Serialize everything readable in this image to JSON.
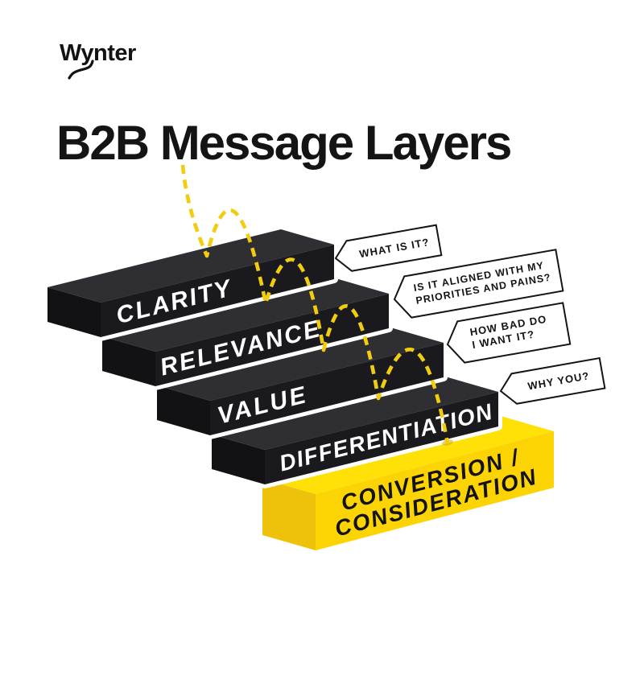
{
  "brand": {
    "name": "Wynter"
  },
  "title": "B2B Message Layers",
  "layers": [
    {
      "label": "CLARITY"
    },
    {
      "label": "RELEVANCE"
    },
    {
      "label": "VALUE"
    },
    {
      "label": "DIFFERENTIATION"
    },
    {
      "label": "CONVERSION / CONSIDERATION",
      "lines": [
        "CONVERSION /",
        "CONSIDERATION"
      ]
    }
  ],
  "questions": [
    {
      "lines": [
        "WHAT IS IT?"
      ]
    },
    {
      "lines": [
        "IS IT ALIGNED WITH MY",
        "PRIORITIES AND PAINS?"
      ]
    },
    {
      "lines": [
        "HOW BAD DO",
        "I WANT IT?"
      ]
    },
    {
      "lines": [
        "WHY YOU?"
      ]
    }
  ],
  "colors": {
    "background": "#ffffff",
    "box_top": "#2e2e33",
    "box_front": "#1a1a1e",
    "box_cap": "#121215",
    "accent_top": "#ffe108",
    "accent_front": "#fcd303",
    "accent_cap": "#eec20a",
    "dashed_line": "#f2cc0f",
    "landing_mark": "#cfa90a",
    "bubble_fill": "#ffffff",
    "bubble_stroke": "#151515",
    "text_light": "#ffffff",
    "text_dark": "#131313"
  }
}
